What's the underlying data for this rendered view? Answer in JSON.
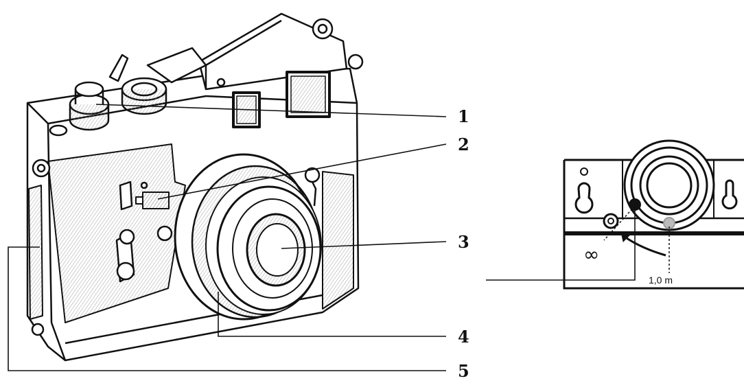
{
  "figure": {
    "callouts": [
      {
        "id": "1",
        "label": "1"
      },
      {
        "id": "2",
        "label": "2"
      },
      {
        "id": "3",
        "label": "3"
      },
      {
        "id": "4",
        "label": "4"
      },
      {
        "id": "5",
        "label": "5"
      }
    ],
    "detail": {
      "infinity_symbol": "∞",
      "distance_label": "1,0 m"
    }
  }
}
